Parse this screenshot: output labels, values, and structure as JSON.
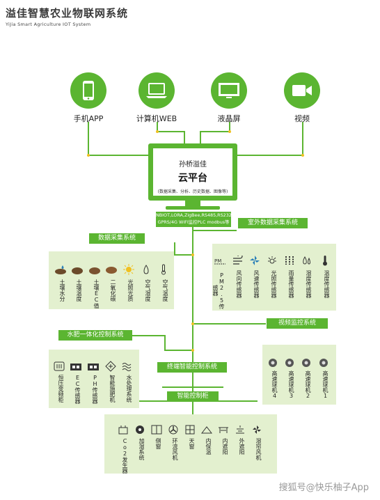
{
  "header": {
    "title": "溢佳智慧农业物联网系统",
    "subtitle": "YiJia Smart Agriculture IOT System"
  },
  "devices": [
    {
      "label": "手机APP",
      "icon": "phone-icon"
    },
    {
      "label": "计算机WEB",
      "icon": "laptop-icon"
    },
    {
      "label": "液晶屏",
      "icon": "monitor-icon"
    },
    {
      "label": "视频",
      "icon": "video-camera-icon"
    }
  ],
  "cloud": {
    "company": "孙桥溢佳",
    "name": "云平台",
    "desc": "(数据采集、分析、历史数据、图像等)",
    "protocols_line1": "NBIOT,LORA,ZigBee,RS485,RS232",
    "protocols_line2": "GPRS/4G WIFI监控PLC modbus等"
  },
  "outdoor": {
    "title": "室外数据采集系统",
    "sensors": [
      "PM2.5传感器",
      "风向传感器",
      "风速传感器",
      "光照传感器",
      "雨量传感器",
      "湿度传感器",
      "温度传感器"
    ]
  },
  "data_collection": {
    "title": "数据采集系统",
    "sensors": [
      "土壤水分",
      "土壤温度",
      "土壤EC值",
      "二氧化碳",
      "光照光质",
      "空气湿度",
      "空气温度"
    ]
  },
  "video_monitor": {
    "title": "视频监控系统",
    "cameras": [
      "高速球机4",
      "高速球机3",
      "高速球机2",
      "高速球机1"
    ]
  },
  "fertigation": {
    "title": "水肥一体化控制系统",
    "items": [
      "恒压变频柜",
      "EC传感器",
      "PH传感器",
      "智能施肥机",
      "水处理系统"
    ]
  },
  "terminal": {
    "title": "终端智能控制系统"
  },
  "cabinet": {
    "title": "智能控制柜",
    "items": [
      "Co2发生器",
      "加湿系统",
      "侧窗",
      "环流风机",
      "天窗",
      "内保温",
      "内遮阳",
      "外遮阳",
      "湿帘风机"
    ]
  },
  "watermark": "搜狐号@快乐柚子App",
  "colors": {
    "accent": "#5bb531",
    "panel": "#e3f0cf",
    "junction": "#f0c020"
  }
}
